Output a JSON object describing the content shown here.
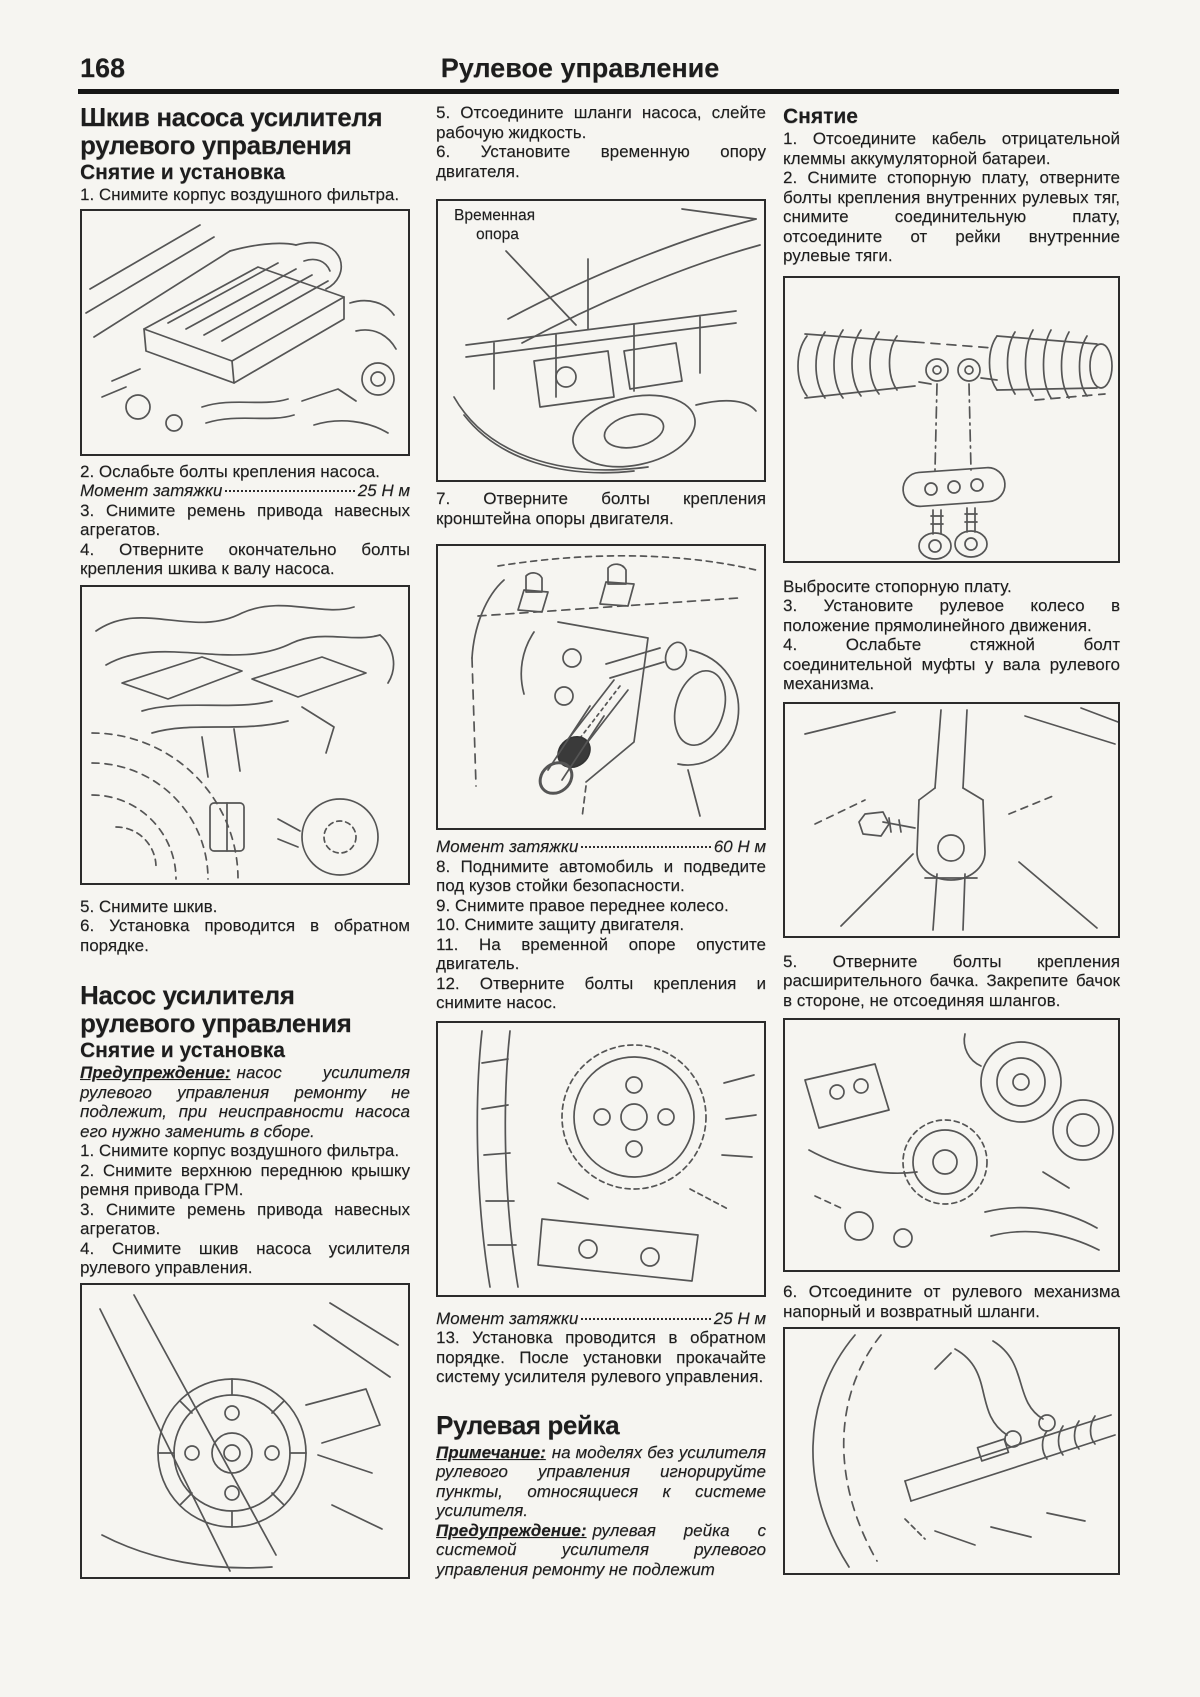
{
  "colors": {
    "paper": "#f6f5f1",
    "ink": "#1d1d1d",
    "figure_line": "#555555"
  },
  "header": {
    "page_number": "168",
    "title": "Рулевое управление"
  },
  "left_column": {
    "pulley_section": {
      "heading": "Шкив насоса усилителя рулевого управления",
      "subheading": "Снятие и установка",
      "step1": "1. Снимите корпус воздушного фильтра.",
      "step2": "2. Ослабьте болты крепления насоса.",
      "torque": {
        "label": "Момент затяжки",
        "value": "25 Н м"
      },
      "step3": "3. Снимите ремень привода навесных агрегатов.",
      "step4": "4. Отверните окончательно болты крепления шкива к валу насоса.",
      "step5": "5. Снимите шкив.",
      "step6": "6. Установка проводится в обратном порядке."
    },
    "pump_section": {
      "heading": "Насос усилителя рулевого управления",
      "subheading": "Снятие и установка",
      "warning_label": "Предупреждение:",
      "warning_text": "насос усилителя рулевого управления ремонту не подлежит, при неисправности насоса его нужно заменить в сборе.",
      "step1": "1. Снимите корпус воздушного фильтра.",
      "step2": "2. Снимите верхнюю переднюю крышку ремня привода ГРМ.",
      "step3": "3. Снимите ремень привода навесных агрегатов.",
      "step4": "4. Снимите шкив насоса усилителя рулевого управления."
    }
  },
  "middle_column": {
    "step5": "5. Отсоедините шланги насоса, слейте рабочую жидкость.",
    "step6": "6. Установите временную опору двигателя.",
    "figure_label": {
      "line1": "Временная",
      "line2": "опора"
    },
    "step7": "7. Отверните болты крепления кронштейна опоры двигателя.",
    "torque_60": {
      "label": "Момент затяжки",
      "value": "60 Н м"
    },
    "step8": "8. Поднимите автомобиль и подведите под кузов стойки безопасности.",
    "step9": "9. Снимите правое переднее колесо.",
    "step10": "10. Снимите защиту двигателя.",
    "step11": "11. На временной опоре опустите двигатель.",
    "step12": "12. Отверните болты крепления и снимите насос.",
    "torque_25": {
      "label": "Момент затяжки",
      "value": "25 Н м"
    },
    "step13": "13. Установка проводится в обратном порядке. После установки прокачайте систему усилителя рулевого управления.",
    "rack_section": {
      "heading": "Рулевая рейка",
      "note_label": "Примечание:",
      "note_text": "на моделях без усилителя рулевого управления игнорируйте пункты, относящиеся к системе усилителя.",
      "warning_label": "Предупреждение:",
      "warning_text": "рулевая рейка с системой усилителя рулевого управления ремонту не подлежит"
    }
  },
  "right_column": {
    "heading": "Снятие",
    "step1": "1. Отсоедините кабель отрицательной клеммы аккумуляторной батареи.",
    "step2": "2. Снимите стопорную плату, отверните болты крепления внутренних рулевых тяг, снимите соединительную плату, отсоедините от рейки внутренние рулевые тяги.",
    "discard_note": "Выбросите стопорную плату.",
    "step3": "3. Установите рулевое колесо в положение прямолинейного движения.",
    "step4": "4. Ослабьте стяжной болт соединительной муфты у вала рулевого механизма.",
    "step5": "5. Отверните болты крепления расширительного бачка. Закрепите бачок в стороне, не отсоединяя шлангов.",
    "step6": "6. Отсоедините от рулевого механизма напорный и возвратный шланги."
  }
}
